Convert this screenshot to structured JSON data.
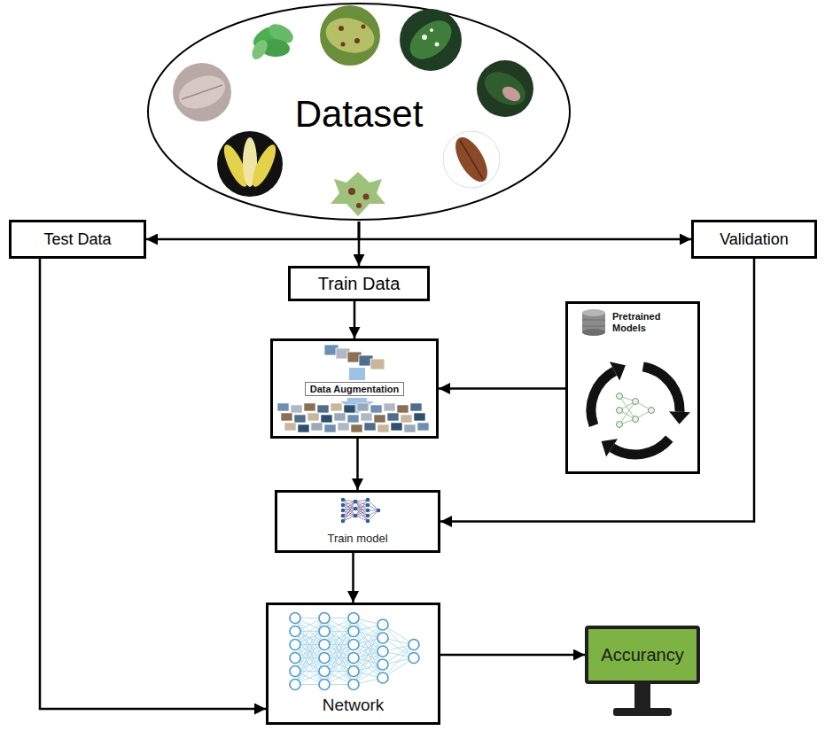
{
  "diagram": {
    "nodes": [
      {
        "text": [
          "Dataset"
        ]
      },
      {
        "text": [
          "Test Data"
        ]
      },
      {
        "text": [
          "Train Data"
        ]
      },
      {
        "text": [
          "Validation"
        ]
      },
      {
        "text": [
          "Data Augmentation"
        ]
      },
      {
        "text": [
          "Pretrained Models"
        ]
      },
      {
        "text": [
          "Train model"
        ]
      },
      {
        "text": [
          "Network"
        ]
      },
      {
        "text": [
          "Accurancy"
        ]
      }
    ],
    "edges": [
      {
        "from": 0,
        "to": 1,
        "arrow": "to"
      },
      {
        "from": 0,
        "to": 2,
        "arrow": "to"
      },
      {
        "from": 0,
        "to": 3,
        "arrow": "to"
      },
      {
        "from": 1,
        "to": 7,
        "arrow": "to"
      },
      {
        "from": 3,
        "to": 6,
        "arrow": "to"
      },
      {
        "from": 2,
        "to": 4,
        "arrow": "to"
      },
      {
        "from": 5,
        "to": 4,
        "arrow": "to"
      },
      {
        "from": 4,
        "to": 6,
        "arrow": "to"
      },
      {
        "from": 6,
        "to": 7,
        "arrow": "to"
      },
      {
        "from": 7,
        "to": 8,
        "arrow": "to"
      }
    ]
  }
}
